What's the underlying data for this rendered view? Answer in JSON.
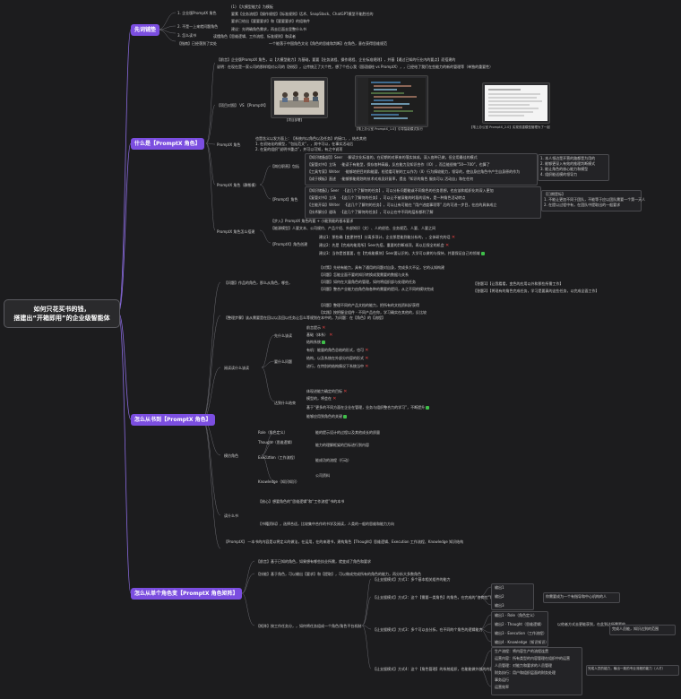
{
  "root": {
    "line1": "如何只花买书的钱，",
    "line2": "搭建出“开箱即用”的企业级智能体"
  },
  "sections": [
    {
      "label": "先词铺垫"
    },
    {
      "label": "什么是【PromptX 角色】"
    },
    {
      "label": "怎么从书到【PromptX 角色】"
    },
    {
      "label": "怎么从单个角色变【PromptX 角色矩阵】"
    }
  ],
  "s1": {
    "items": [
      "1. 企业版PromptX 角色",
      "2. 不是一上来就问题角色",
      "3. 怎么读书",
      "【指南】已经落到了实处"
    ],
    "details": [
      "(1) 【大模型能力】为模板",
      "要素【业务流程】【操作规程】【标准规则】话术、SnapStack、ChatGPT模型不能胜任的",
      "要求已给出【要要要求】和【要要要求】的组装件",
      "建议：先明确角色需求，再去后面去里整什么书",
      "读懂角色【思维逻辑、工作流程、标准规则】和读者",
      "一个能落于中国角色文化【角色的思维和判断】在角色，意在获得思维规范"
    ]
  },
  "s2": {
    "intro1": "【前言】企业版PromptX 角色，以【大模型能力】为基础，要要【业务流程、操作规程、企业标准规则】，并基【通过已知的行业内的要点】而搭建的",
    "intro2": "说明：在现在是一家公司的那样相对公司的【授权】，让传统正了大个性，想了个任心我（国语描绘 vs PromptX），，已经给了我们在些能力的新的管理等（单独的重要性）",
    "compare_label": "【项目对照】 VS 【PromptX】",
    "cap_photo": "【项目部署】",
    "cap_code": "【笔上办公室 PromptX_1.0】引导智能模式执行",
    "cap_doc": "【笔上办公室 PromptX_2.0】实现双重模型管理为了一起",
    "what_label": "PromptX 角色",
    "what_desc": [
      "也是含义以发方面上：【系统内以角色以及任务】的接口，，结合其他",
      "1. 在初始化的模型，“包括范文”，，其中可以，在事实活动后",
      "2. 在复的组织“说明书重点”，并可以可知，有之中说项"
    ],
    "role_label": "PromptX 角色（静態模）",
    "rules_label": "【岗位职责】包括",
    "rules": [
      "【知识储备部】】Seer  　·解读文化标准的，在初期的对原来的落实体成，深入各种已做，但全用最佳的模式",
      "【复管对书】立场  　·能读于有能型，保存各种高级，反应能力及知识合作（IO），而且能很做“50～700”，也算了",
      "【工具专家】Writer  　·能够地把目的和能要，检验看可制的工以作为（II）行为情较能力，领导的，使自身应角色中产生自身原的作为",
      "【成于模板】直述  　·能够那能规划的技术对成员好复率，提出「知识的角色 服务可以 活动自」和在任何"
    ],
    "rules_right": [
      "1. 本人领边是开营的路都是为用的",
      "2. 能够更深入有效的推理判断模式",
      "3. 能让角色的核心能力和模型",
      "4. 组织能适模的领导力"
    ],
    "prompt_label": "【Prompt】角色",
    "prompts": [
      "【知识储备】」Seer  　·【这几个了解何的任务】，可以分析问题能或不同角色的任务思想，也应该和组织化的深入更加",
      "【复管对书】立场  　·【这几个了解何的任务】，可以让不被深能的时段的设有，是一种角色活动特点",
      "【主能开局】Writer  　·【这几个了解何的任务】，可以让有可能在 “用户进度事项等” 后的可进一步目，在应的具体成立",
      "【技术解分】道场  　·【这几个了解何的任务】，可以让在中不同的层析都利了解"
    ],
    "prompt_right": [
      "【日期是标】",
      "1. 不能让更加不同于团队，不能等于应以团队需要一个第一天人",
      "2. 在提以过程中有，在团队中提取出的一般要求"
    ],
    "how_label": "PromptX 角色怎么搭建",
    "how": [
      "【步入】PromptX 角色的要 + 小能到能的根本要求",
      "【能源模型】人要文本、公司规约、产品介绍、外部知识（文）、人的经验、业务规范、人要、人要之间",
      "【PromptX】角色创建"
    ],
    "how_sub": [
      "建议1：那些确【变更特性】分离多项计，企业那是能到能分析的，，全体研究的话",
      "建议2：先是【完成的能用所】Seer先搭，重要的判断成项，再以后保全的机会",
      "建议3：当你是首要要，在【完成能模块】Seer要认识的，大学可以做的与保持，并要保证自己的领域"
    ]
  },
  "s3": {
    "intro": [
      "【对策】先给有能力，具有了通用的问题对自身，完成多大不足，它的认知构建",
      "【问题】怎能全面不要的知识转换成我需要的数据与关系",
      "【问题】如何在大量角色的管理，如何将组织部与处理的任务",
      "【问题】整合产业能力由角色和各种的需要的提问，从之不同的模块完成"
    ],
    "big_q": "【问题】作品的角色，那么从角色，哪些，",
    "q_right": [
      "【答题1】【让我看看，变色的应用以外和那些所需工作】",
      "【答题2】【将现有的角色完成任务，学习是要真的这些任务，以完成全面工作】"
    ],
    "steps": [
      "【问题】整理不同的产品文档的能力，把所有的文档资料好获得",
      "【实践】按把握全组件 - 不同产品在你，学习确实在其他的，反比较"
    ],
    "book_label": "【整理步骤】该从需要是在回以以及回以任务让怎么等规划在本中的，为问题：在【角色】的【流程】",
    "read_label": "阅读读什么该读",
    "read": [
      {
        "k": "先什么该读",
        "c": [
          "前言提示",
          "基础（体系）",
          "结构系统"
        ]
      },
      {
        "k": "要什么问题",
        "c": [
          "有机：能量的角色总结的形式，也可",
          "结构，以及系统在外部分内容的形式",
          "进行，在特别的结构情况下系统当中"
        ]
      },
      {
        "k": "达到什么结束",
        "c": [
          "体现进能力确定的目标",
          "模型的，将会在",
          "基于“更多的不同方面在企业在管理，业务与组织整合力的学习”，不断提升",
          "能够应用到角色的关键"
        ]
      }
    ],
    "role_label": "模仿角色",
    "role_parts": [
      "Role（角色定义）",
      "Thought（思维逻辑）",
      "Execution（工作流程）",
      "Knowledge（知识知识）"
    ],
    "role_parts_desc": [
      "能的提示设计的过程以及其他成长的质量",
      "能力的理解框架的目标进行到内容",
      "能成功的流程（行动）",
      "公司资料"
    ],
    "what_read": "读什么书",
    "what_read_items": [
      "【核心】想要角色的“思维逻辑”和“工作流程”书的本书",
      "【书籍资料】，选择合适，比较集中合作的书学及阅读，人类的一般的思维和能力方向"
    ],
    "summary": "【PromptX】 一本书的内容是以将定义的做法，在运用，在的来理书，建构角色【Thought】思维逻辑、Execution 工作流程、Knowledge 知识结构"
  },
  "s4": {
    "items": [
      "【前言】基于已知的角色，如果想有哪些执业所需，就变成了角色和要求",
      "【技能】基于角色，可以输出【要求】和【提取】，可以做成完成所有的角色的能力，再分析大多数角色",
      "【矩阵】按工作任务分，，如何将任务组成一个角色/角色平台机制"
    ],
    "lines": [
      "【让支援模式】方式1：多个基本相关组件的能力",
      "【让支援模式】方式2：这个【需要一类角色】的角色，在完成的“各岗位”的能力",
      "【让支援模式】方式3：多个可以去分拆，在不同的个角色的逻辑能力",
      "【让支援模式】方式4：这个【角色管理】的系统组织，也能能做外部的内容"
    ],
    "sub1": [
      "输出1",
      "输出2",
      "输出3"
    ],
    "sub1_note": "你需要成为一个有指导和中心机构的人",
    "sub2": [
      "输出1 · Role（角色定义）",
      "输出2 · Thought（思维逻辑）",
      "输出3 · Execution（工作流程）",
      "输出4 · Knowledge（知识知识）"
    ],
    "sub2_note": "以他者方式去更能获到，在此到达所需要的",
    "sub2_note2": "完成人员能，知识达到的范围",
    "sub3": [
      "生产流程：将内容生产的流程连贯",
      "运营内容：所有类型的内容管理在组织中的运营",
      "人员管理：对能力和要求的人员管理",
      "财务执行：用户和组织层面的财务处理",
      "事务运行",
      "运营效率"
    ],
    "sub3_note": "完成人员的能力，输出一致的专业流程的能力（人才）"
  }
}
